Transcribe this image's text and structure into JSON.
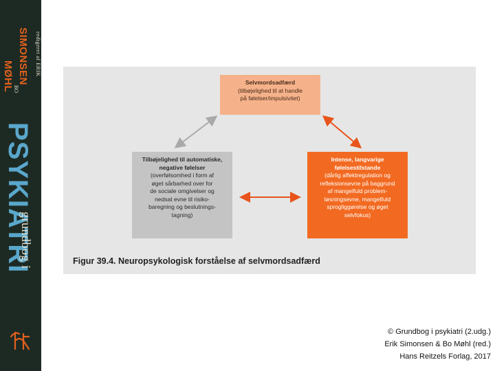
{
  "spine": {
    "editor_line": "redigeret af ERIK",
    "author1": "SIMONSEN",
    "author2_prefix": "BO",
    "author2": "MØHL",
    "title": "PSYKIATRI",
    "subtitle": "grundbog i"
  },
  "figure": {
    "box_top": {
      "heading": "Selvmordsadfærd",
      "body": "(tilbøjelighed til at handle\npå følelser/impulsivitet)"
    },
    "box_left": {
      "heading": "Tilbøjelighed til automatiske,\nnegative følelser",
      "body": "(overfølsomhed i form af\nøget sårbarhed over for\nde sociale omgivelser og\nnedsat evne til risiko-\nbaregning og beslutnings-\ntagning)"
    },
    "box_right": {
      "heading": "Intense, langvarige\nfølelsestilstande",
      "body": "(dårlig affektregulation og\nrefleksionsevne på baggrund\naf mangelfuld problem-\nløsningsevne, mangelfuld\nsprogliggørelse og øget\nselvfokus)"
    },
    "caption": "Figur 39.4. Neuropsykologisk forståelse af selvmordsadfærd",
    "colors": {
      "panel": "#e6e6e6",
      "box_top": "#f5b28a",
      "box_left": "#c4c4c4",
      "box_right": "#f26a21",
      "arrow_gray": "#a9a9a9",
      "arrow_orange": "#e8541b"
    }
  },
  "credit": {
    "line1": "© Grundbog i psykiatri (2.udg.)",
    "line2": "Erik Simonsen & Bo Møhl (red.)",
    "line3": "Hans Reitzels Forlag, 2017"
  }
}
